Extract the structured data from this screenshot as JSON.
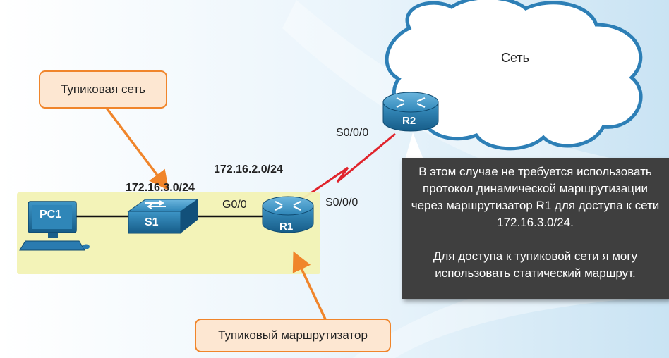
{
  "cloud": {
    "label": "Сеть"
  },
  "callouts": {
    "stub_network": "Тупиковая сеть",
    "stub_router": "Тупиковый маршрутизатор"
  },
  "networks": {
    "wan": "172.16.2.0/24",
    "lan": "172.16.3.0/24"
  },
  "interfaces": {
    "r2_serial": "S0/0/0",
    "r1_serial": "S0/0/0",
    "r1_gig": "G0/0"
  },
  "devices": {
    "pc": "PC1",
    "switch": "S1",
    "r1": "R1",
    "r2": "R2"
  },
  "info": {
    "paragraph1": "В этом случае не требуется использовать протокол динамической маршрутизации через маршрутизатор R1 для доступа к сети 172.16.3.0/24.",
    "paragraph2": "Для доступа к тупиковой сети я могу использовать статический маршрут."
  },
  "colors": {
    "accent_orange": "#f0852b",
    "callout_fill": "#fde7d2",
    "lan_area": "#f2f2b4",
    "serial_link": "#e0242c",
    "device_blue": "#1a6fa0",
    "info_box": "#3f3f3f"
  }
}
